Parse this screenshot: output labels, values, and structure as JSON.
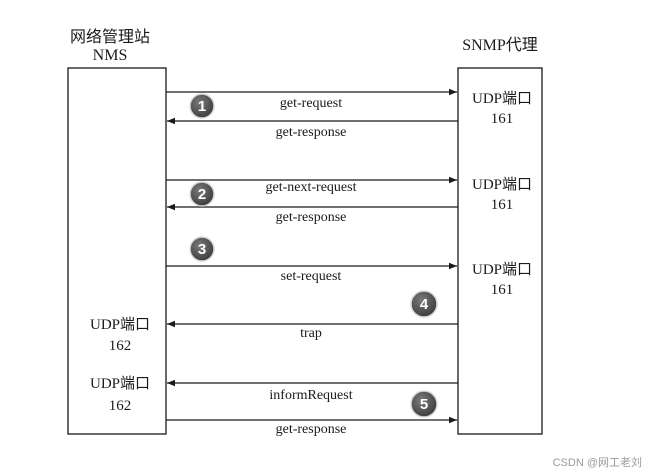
{
  "nms": {
    "title_line1": "网络管理站",
    "title_line2": "NMS"
  },
  "agent": {
    "title": "SNMP代理"
  },
  "ports": {
    "agent_1": [
      "UDP端口",
      "161"
    ],
    "agent_2": [
      "UDP端口",
      "161"
    ],
    "agent_3": [
      "UDP端口",
      "161"
    ],
    "nms_1": [
      "UDP端口",
      "162"
    ],
    "nms_2": [
      "UDP端口",
      "162"
    ]
  },
  "steps": [
    {
      "number": "1"
    },
    {
      "number": "2"
    },
    {
      "number": "3"
    },
    {
      "number": "4"
    },
    {
      "number": "5"
    }
  ],
  "messages": [
    {
      "label": "get-request",
      "direction": "to-agent"
    },
    {
      "label": "get-response",
      "direction": "to-nms"
    },
    {
      "label": "get-next-request",
      "direction": "to-agent"
    },
    {
      "label": "get-response",
      "direction": "to-nms"
    },
    {
      "label": "set-request",
      "direction": "to-agent"
    },
    {
      "label": "trap",
      "direction": "to-nms"
    },
    {
      "label": "informRequest",
      "direction": "to-nms"
    },
    {
      "label": "get-response",
      "direction": "to-agent"
    }
  ],
  "watermark": "CSDN @网工老刘",
  "colors": {
    "line": "#1a1a1a",
    "badge": "#5a5a5a",
    "badge_ring": "#d8d8d8"
  }
}
